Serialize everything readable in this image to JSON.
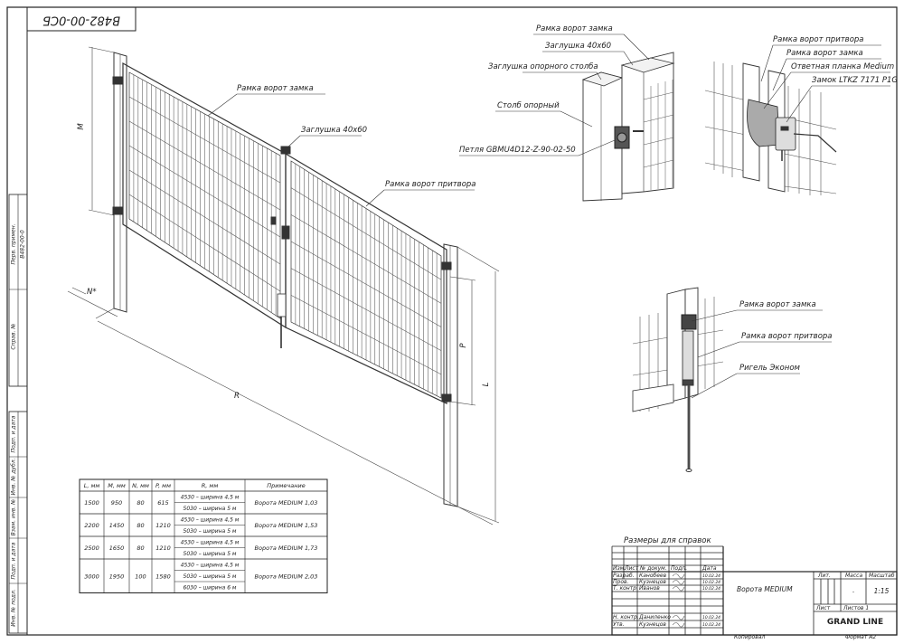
{
  "doc_code": "В482-00-0СБ",
  "side_strip": {
    "perv_primen_label": "Перв. примен.",
    "perv_primen_value": "В482-00-0",
    "sprav_label": "Справ. №",
    "podp_data_1": "Подп. и дата",
    "inv_dubl": "Инв. № дубл.",
    "vzam_inv": "Взам. инв. №",
    "podp_data_2": "Подп. и дата",
    "inv_podl": "Инв. № подл."
  },
  "main_labels": {
    "ramka_zamka": "Рамка ворот замка",
    "zaglushka": "Заглушка 40х60",
    "ramka_pritvora": "Рамка ворот притвора",
    "dim_M": "M",
    "dim_R": "R",
    "dim_P": "P",
    "dim_L": "L",
    "dim_N": "N*"
  },
  "detail_hinge": {
    "ramka_zamka": "Рамка ворот замка",
    "zaglushka": "Заглушка 40х60",
    "zaglushka_stolba": "Заглушка опорного столба",
    "stolb": "Столб опорный",
    "petlya": "Петля GBMU4D12-Z-90-02-50"
  },
  "detail_lock": {
    "ramka_pritvora": "Рамка ворот притвора",
    "ramka_zamka": "Рамка ворот замка",
    "planka": "Ответная планка Medium",
    "zamok": "Замок LTKZ 7171 P1G"
  },
  "detail_bolt": {
    "ramka_zamka": "Рамка ворот замка",
    "ramka_pritvora": "Рамка ворот притвора",
    "rigel": "Ригель Эконом"
  },
  "spec_table": {
    "headers": [
      "L, мм",
      "M, мм",
      "N, мм",
      "P, мм",
      "R, мм",
      "Примечание"
    ],
    "groups": [
      {
        "L": "1500",
        "M": "950",
        "N": "80",
        "P": "615",
        "R": [
          "4530 – ширина 4,5 м",
          "5030 – ширина 5 м"
        ],
        "note": "Ворота MEDIUM 1,03"
      },
      {
        "L": "2200",
        "M": "1450",
        "N": "80",
        "P": "1210",
        "R": [
          "4530 – ширина 4,5 м",
          "5030 – ширина 5 м"
        ],
        "note": "Ворота MEDIUM 1,53"
      },
      {
        "L": "2500",
        "M": "1650",
        "N": "80",
        "P": "1210",
        "R": [
          "4530 – ширина 4,5 м",
          "5030 – ширина 5 м"
        ],
        "note": "Ворота MEDIUM 1,73"
      },
      {
        "L": "3000",
        "M": "1950",
        "N": "100",
        "P": "1580",
        "R": [
          "4530 – ширина 4,5 м",
          "5030 – ширина 5 м",
          "6030 – ширина 6 м"
        ],
        "note": "Ворота MEDIUM 2,03"
      }
    ]
  },
  "title_block": {
    "ref_note": "Размеры для справок",
    "col_heads": [
      "Изм.",
      "Лист",
      "№ докум.",
      "Подп.",
      "Дата"
    ],
    "roles": [
      {
        "role": "Разраб.",
        "name": "Канобеев",
        "date": "10.02.24"
      },
      {
        "role": "Пров.",
        "name": "Кузнецов",
        "date": "10.02.24"
      },
      {
        "role": "Т. контр.",
        "name": "Иванов",
        "date": "10.02.24"
      },
      {
        "role": "",
        "name": "",
        "date": ""
      },
      {
        "role": "Н. контр.",
        "name": "Даниленко",
        "date": "10.02.24"
      },
      {
        "role": "Утв.",
        "name": "Кузнецов",
        "date": "10.02.24"
      }
    ],
    "product_name": "Ворота MEDIUM",
    "lit_label": "Лит.",
    "massa_label": "Масса",
    "masshtab_label": "Масштаб",
    "massa_value": "-",
    "masshtab_value": "1:15",
    "list_label": "Лист",
    "listov_label": "Листов 1",
    "company": "GRAND LINE",
    "kopiroval": "Копировал",
    "format": "Формат А2"
  },
  "colors": {
    "line": "#333333",
    "mesh": "#555555",
    "dim": "#444444"
  }
}
